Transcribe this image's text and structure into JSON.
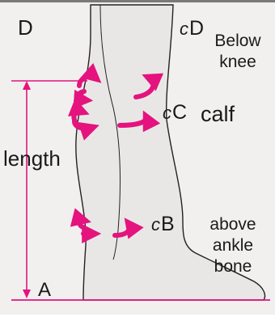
{
  "labels": {
    "top_point": "D",
    "bottom_point": "A",
    "length": "length"
  },
  "points": [
    {
      "id": "cD",
      "prefix": "c",
      "letter": "D",
      "description": "Below knee"
    },
    {
      "id": "cC",
      "prefix": "c",
      "letter": "C",
      "description": "calf"
    },
    {
      "id": "cB",
      "prefix": "c",
      "letter": "B",
      "description": "above ankle bone"
    }
  ],
  "colors": {
    "accent": "#e5137e",
    "background": "#f1f0ef",
    "leg_fill": "#e8e6e4",
    "outline": "#222222",
    "top_bar": "#7a7a7a"
  }
}
